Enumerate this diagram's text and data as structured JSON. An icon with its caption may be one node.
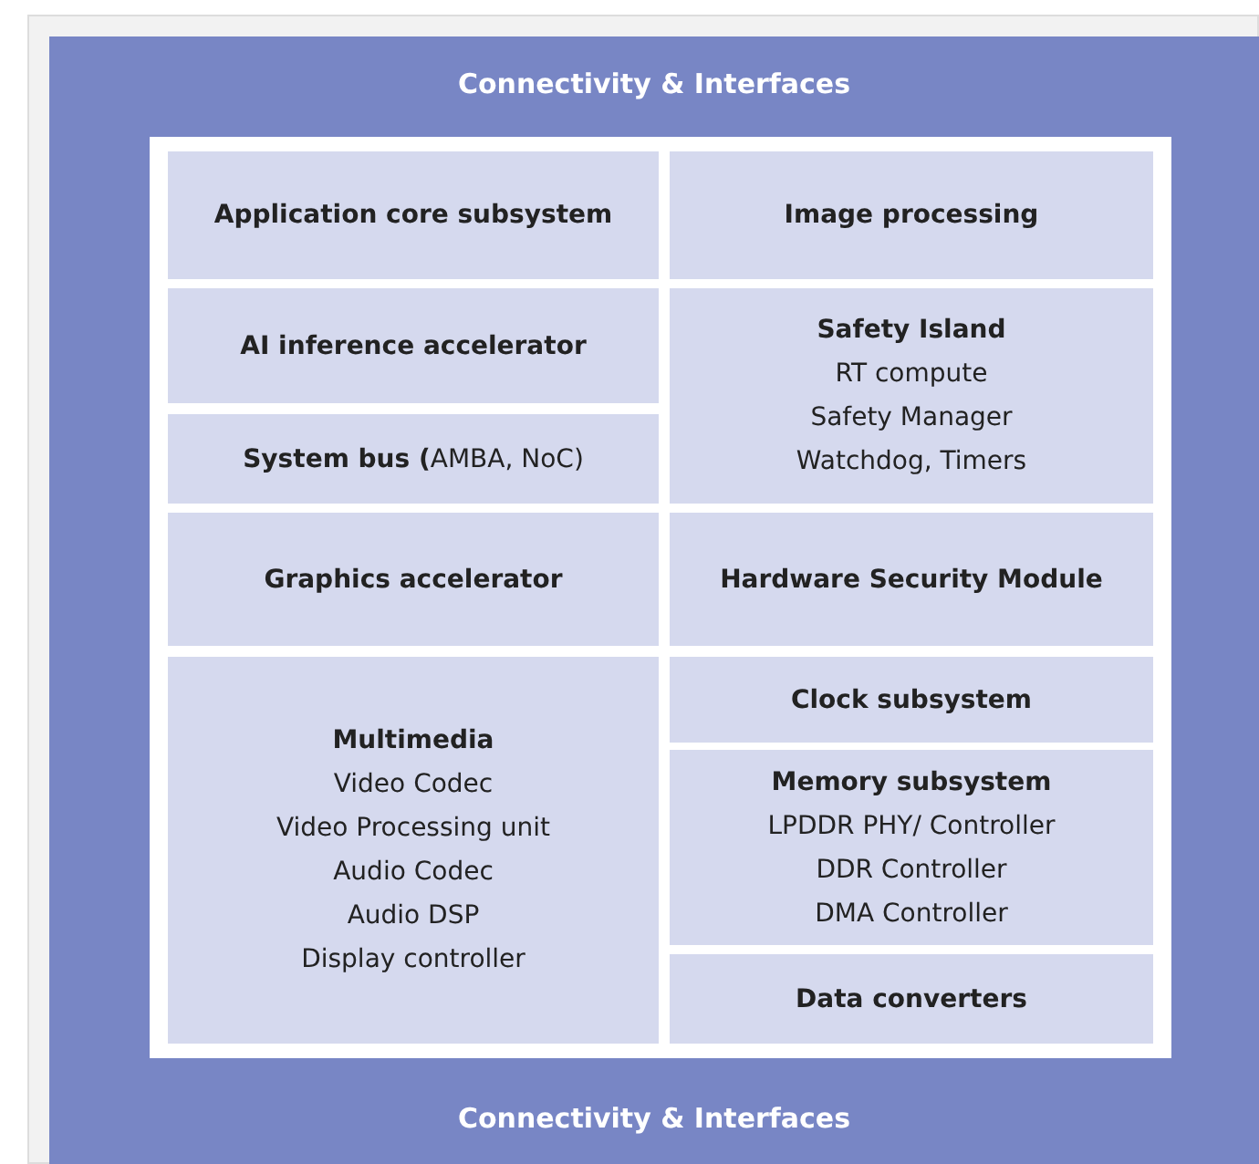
{
  "diagram": {
    "nodes": [
      {
        "text": [
          "Connectivity & Interfaces",
          "Connectivity & Interfaces"
        ]
      },
      {
        "text": [],
        "shape": "box",
        "in": 0
      },
      {
        "text": [
          "Application core subsystem"
        ],
        "in": 1
      },
      {
        "text": [
          "Image processing"
        ],
        "in": 1
      },
      {
        "text": [
          "AI inference accelerator"
        ],
        "in": 1
      },
      {
        "text": [
          "**System bus  (**AMBA, NoC)"
        ],
        "in": 1
      },
      {
        "text": [
          "Safety Island",
          "RT compute",
          "Safety Manager",
          "Watchdog, Timers"
        ],
        "in": 1
      },
      {
        "text": [
          "Graphics accelerator"
        ],
        "in": 1
      },
      {
        "text": [
          "Hardware Security Module"
        ],
        "in": 1
      },
      {
        "text": [
          "Multimedia",
          "Video Codec",
          "Video Processing unit",
          "Audio Codec",
          "Audio DSP",
          "Display controller"
        ],
        "in": 1
      },
      {
        "text": [
          "Clock subsystem"
        ],
        "in": 1
      },
      {
        "text": [
          "Memory subsystem",
          "LPDDR PHY/ Controller",
          "DDR Controller",
          "DMA Controller"
        ],
        "in": 1
      },
      {
        "text": [
          "Data converters"
        ],
        "in": 1
      }
    ],
    "edges": []
  }
}
